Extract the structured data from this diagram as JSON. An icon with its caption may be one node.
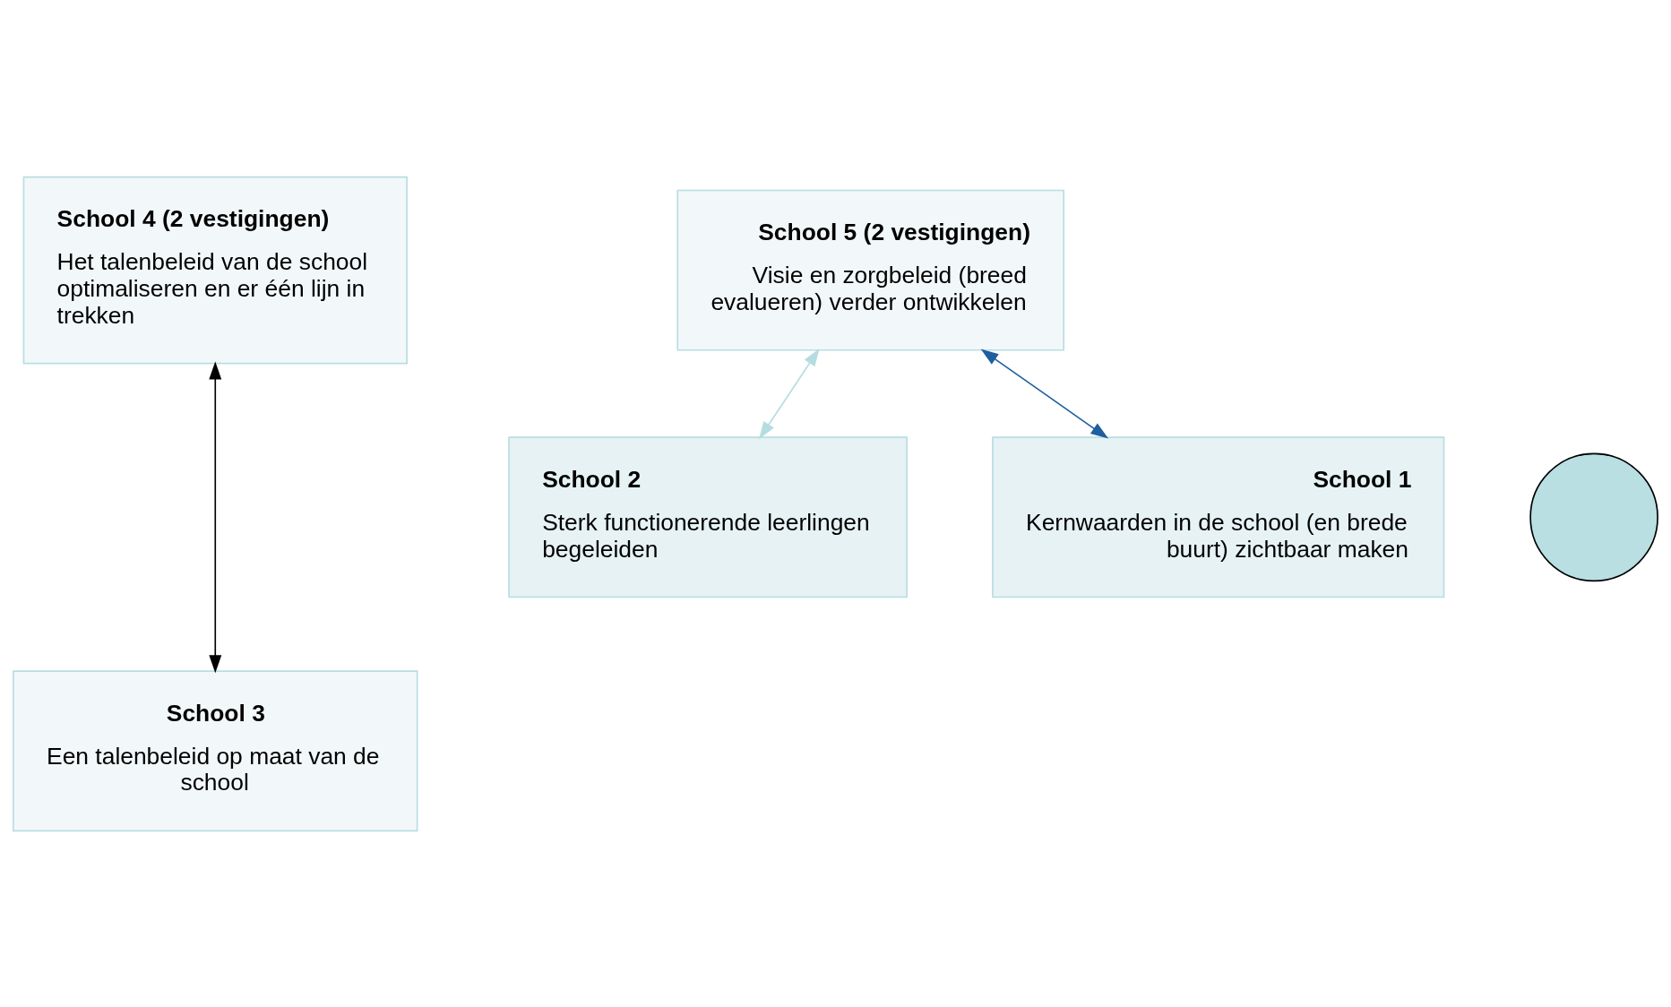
{
  "diagram": {
    "nodes": [
      {
        "text": [
          "School 4 (2 vestigingen)",
          "Het talenbeleid van de school optimaliseren en er één lijn in trekken"
        ]
      },
      {
        "text": [
          "School 5 (2 vestigingen)",
          "Visie en zorgbeleid (breed evalueren) verder ontwikkelen"
        ]
      },
      {
        "text": [
          "School 2",
          "Sterk functionerende leerlingen begeleiden"
        ]
      },
      {
        "text": [
          "School 1",
          "Kernwaarden in de school (en brede buurt) zichtbaar maken"
        ]
      },
      {
        "text": [
          "School 3",
          "Een talenbeleid op maat van de school"
        ]
      },
      {
        "text": [],
        "shape": "circle"
      }
    ],
    "edges": [
      {
        "from": 0,
        "to": 4,
        "arrow": "both",
        "color": "#000000"
      },
      {
        "from": 1,
        "to": 2,
        "arrow": "both",
        "color": "#b5dde0"
      },
      {
        "from": 1,
        "to": 3,
        "arrow": "both",
        "color": "#1f5fa0"
      }
    ]
  }
}
